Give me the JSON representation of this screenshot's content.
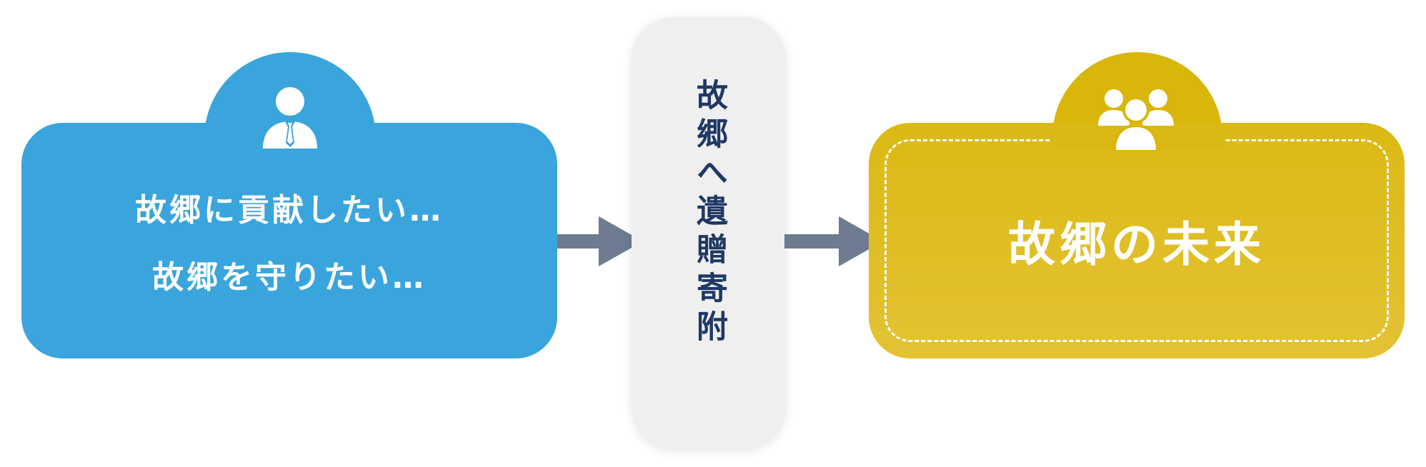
{
  "left_card": {
    "icon": "businessperson-icon",
    "color": "#3aa5dc",
    "lines": [
      "故郷に貢献したい…",
      "故郷を守りたい…"
    ]
  },
  "middle": {
    "label": "故郷へ遺贈寄附",
    "text_color": "#1f3864",
    "background": "#efeff0"
  },
  "arrow_color": "#6e7b90",
  "right_card": {
    "icon": "group-people-icon",
    "color": "#dbb914",
    "label": "故郷の未来"
  }
}
